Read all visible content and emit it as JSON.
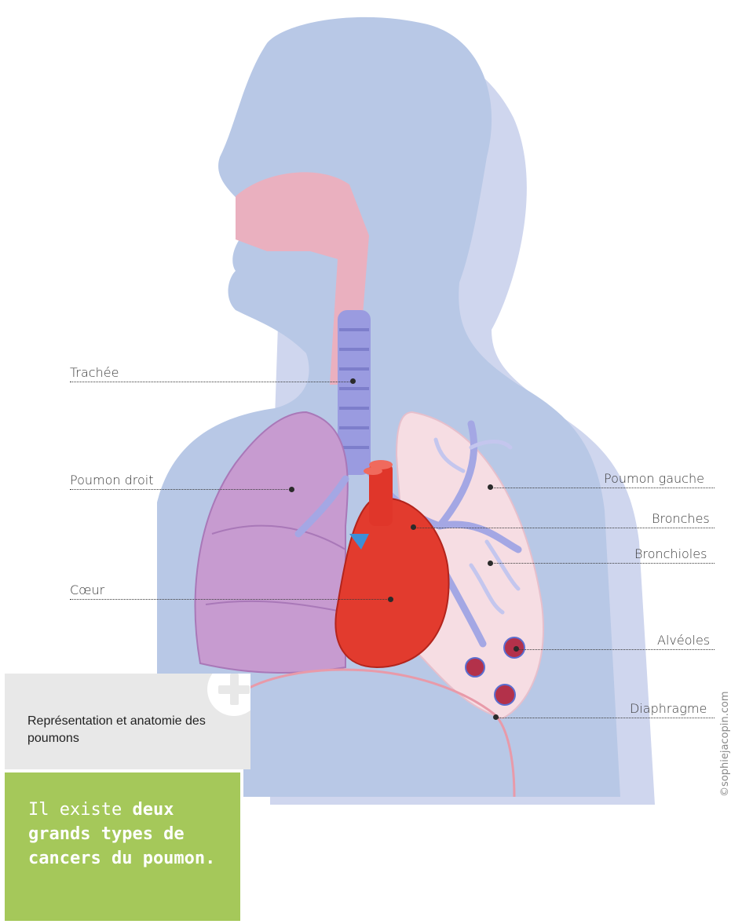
{
  "labels": {
    "trachee": "Trachée",
    "poumon_droit": "Poumon droit",
    "coeur": "Cœur",
    "poumon_gauche": "Poumon gauche",
    "bronches": "Bronches",
    "bronchioles": "Bronchioles",
    "alveoles": "Alvéoles",
    "diaphragme": "Diaphragme"
  },
  "caption": "Représentation et anatomie des poumons",
  "callout": {
    "prefix": "Il existe ",
    "bold": "deux grands types de cancers du poumon."
  },
  "credit": "©sophiejacopin.com",
  "colors": {
    "body": "#b8c8e6",
    "lung_right": "#c79bd0",
    "lung_left": "#f6dde3",
    "heart": "#e23b2e",
    "trachea": "#9a9be0",
    "caption_bg": "#e8e8e8",
    "callout_bg": "#a5c85a"
  }
}
